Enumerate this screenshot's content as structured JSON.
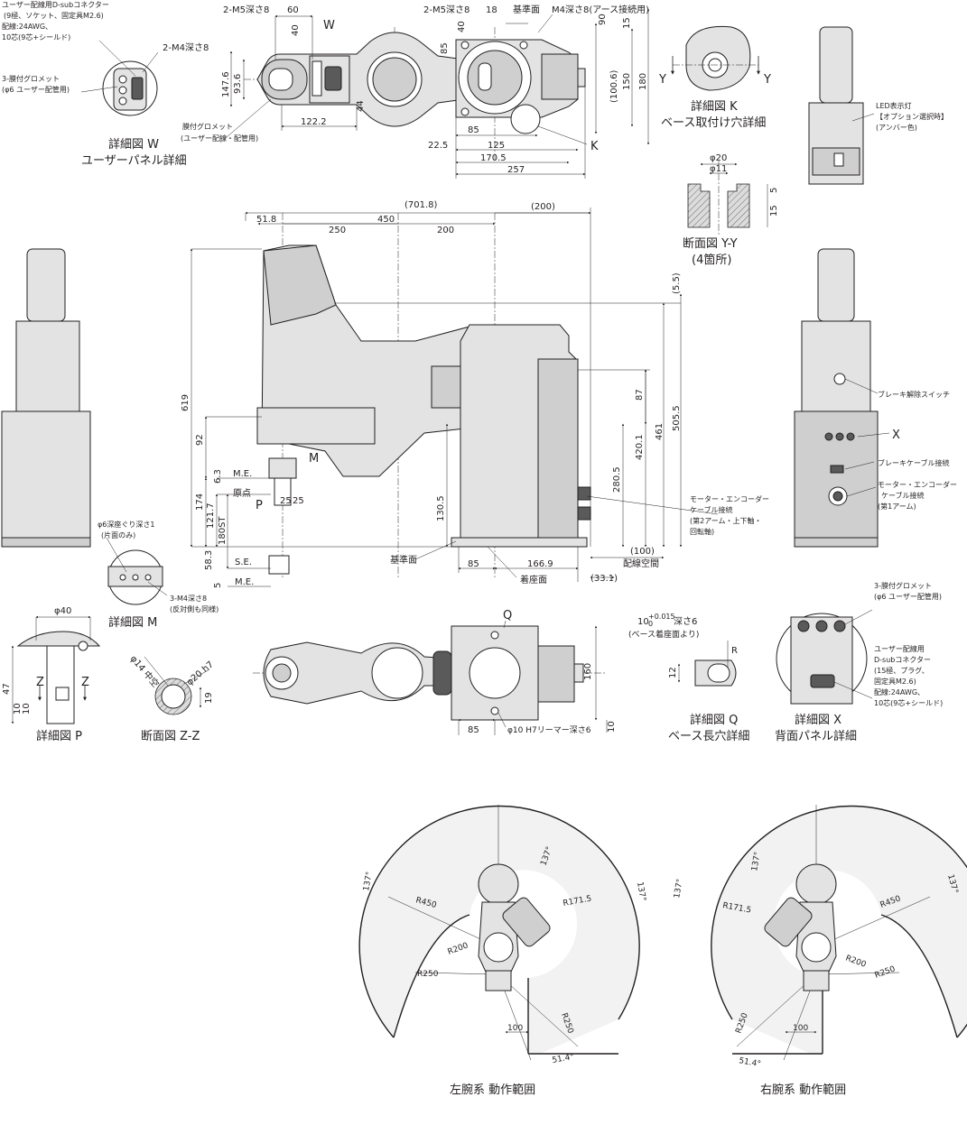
{
  "dimensions": {
    "top_view": {
      "m5_left": "2-M5深さ8",
      "d60": "60",
      "w": "W",
      "d40a": "40",
      "d40b": "40",
      "m5_right": "2-M5深さ8",
      "d18": "18",
      "ref_face": "基準面",
      "m4_earth": "M4深さ8(アース接続用)",
      "d85": "85",
      "d90": "90",
      "d15": "15",
      "d147_6": "147.6",
      "d93_6": "93.6",
      "d44": "44",
      "d122_2": "122.2",
      "d100_6": "(100.6)",
      "d150": "150",
      "d180": "180",
      "grommet": "膜付グロメット",
      "grommet_sub": "(ユーザー配線・配管用)",
      "d85b": "85",
      "d22_5": "22.5",
      "d125": "125",
      "d170_5": "170.5",
      "d257": "257",
      "k": "K"
    },
    "side_view": {
      "d701_8": "(701.8)",
      "d51_8": "51.8",
      "d450": "450",
      "d250": "250",
      "d200": "200",
      "d200p": "(200)",
      "d5_5": "(5.5)",
      "d619": "619",
      "d87": "87",
      "d92": "92",
      "d505_5": "505.5",
      "d461": "461",
      "d420_1": "420.1",
      "d280_5": "280.5",
      "d6_3": "6.3",
      "me1": "M.E.",
      "origin": "原点",
      "d174": "174",
      "d121_7": "121.7",
      "d180st": "180ST",
      "d25a": "25",
      "d25b": "25",
      "d130_5": "130.5",
      "p": "P",
      "m": "M",
      "d58_3": "58.3",
      "d5": "5",
      "se": "S.E.",
      "me2": "M.E.",
      "ref_face2": "基準面",
      "d85c": "85",
      "d166_9": "166.9",
      "mount_face": "着座面",
      "d33_1": "(33.1)",
      "d100": "(100)",
      "wiring_space": "配線空間",
      "motor_label": [
        "モーター・エンコーダー",
        "ケーブル接続",
        "(第2アーム・上下軸・",
        "回転軸)"
      ]
    },
    "bottom_view": {
      "q": "Q",
      "d160": "160",
      "d85d": "85",
      "d10": "10",
      "reamer": "φ10 H7リーマー深さ6"
    }
  },
  "detail_w": {
    "dsub_label": [
      "ユーザー配線用D-subコネクター",
      "(9極、ソケット、固定具M2.6)",
      "配線:24AWG、",
      "10芯(9芯+シールド)"
    ],
    "m4": "2-M4深さ8",
    "grommet3": [
      "3-膜付グロメット",
      "(φ6 ユーザー配管用)"
    ],
    "title": "詳細図 W",
    "subtitle": "ユーザーパネル詳細"
  },
  "detail_k": {
    "y1": "Y",
    "y2": "Y",
    "title": "詳細図 K",
    "subtitle": "ベース取付け穴詳細"
  },
  "section_yy": {
    "d20": "φ20",
    "d11": "φ11",
    "d5": "5",
    "d15": "15",
    "title": "断面図 Y-Y",
    "subtitle": "(4箇所)"
  },
  "rear_view": {
    "led": [
      "LED表示灯",
      "【オプション選択時】",
      "(アンバー色)"
    ],
    "brake_switch": "ブレーキ解除スイッチ",
    "x": "X",
    "brake_cable": "ブレーキケーブル接続",
    "motor_cable": [
      "モーター・エンコーダー",
      "ケーブル接続",
      "(第1アーム)"
    ]
  },
  "detail_m": {
    "counterbore": [
      "φ6深座ぐり深さ1",
      "(片面のみ)"
    ],
    "m4": [
      "3-M4深さ8",
      "(反対側も同様)"
    ],
    "title": "詳細図 M"
  },
  "detail_p": {
    "d40": "φ40",
    "z1": "Z",
    "z2": "Z",
    "d47": "47",
    "d10a": "10",
    "d10b": "10",
    "title": "詳細図 P"
  },
  "section_zz": {
    "d14": "φ14 中空",
    "d20h7": "φ20 h7",
    "d19": "19",
    "title": "断面図 Z-Z"
  },
  "detail_q": {
    "tol": "10",
    "tol_sup": "+0.015",
    "tol_sub": "0",
    "depth": "深さ6",
    "depth_sub": "(ベース着座面より)",
    "r": "R",
    "d12": "12",
    "title": "詳細図 Q",
    "subtitle": "ベース長穴詳細"
  },
  "detail_x": {
    "grommet3": [
      "3-膜付グロメット",
      "(φ6 ユーザー配管用)"
    ],
    "dsub": [
      "ユーザー配線用",
      "D-subコネクター",
      "(15極、プラグ、",
      "固定具M2.6)",
      "配線:24AWG、",
      "10芯(9芯+シールド)"
    ],
    "title": "詳細図 X",
    "subtitle": "背面パネル詳細"
  },
  "range_left": {
    "a137a": "137°",
    "a137b": "137°",
    "a137c": "137°",
    "r450": "R450",
    "r171_5": "R171.5",
    "r200": "R200",
    "r250a": "R250",
    "r250b": "R250",
    "d100": "100",
    "a51_4": "51.4°",
    "title": "左腕系 動作範囲"
  },
  "range_right": {
    "a137a": "137°",
    "a137b": "137°",
    "a137c": "137°",
    "r450": "R450",
    "r171_5": "R171.5",
    "r200": "R200",
    "r250a": "R250",
    "r250b": "R250",
    "d100": "100",
    "a51_4": "51.4°",
    "title": "右腕系 動作範囲"
  }
}
